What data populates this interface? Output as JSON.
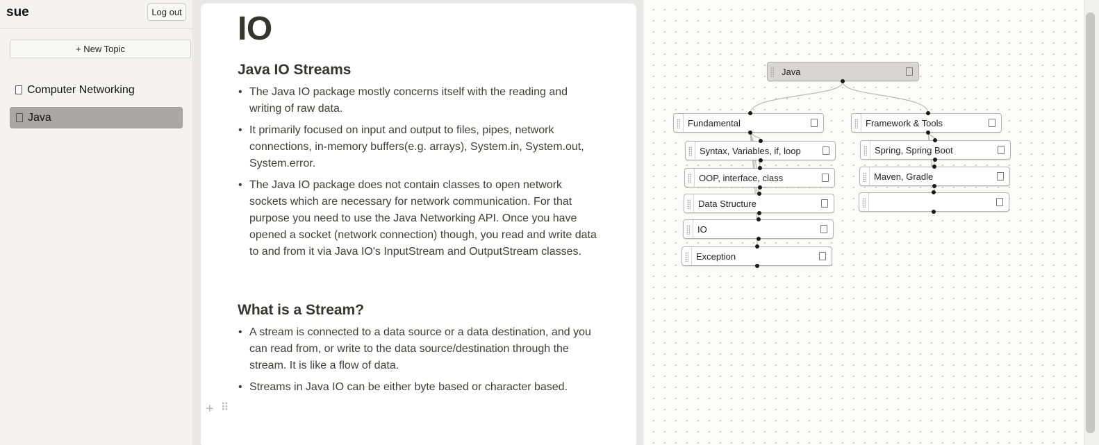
{
  "sidebar": {
    "username": "sue",
    "logout_label": "Log out",
    "new_topic_label": "+ New Topic",
    "topics": [
      {
        "label": "Computer Networking",
        "selected": false
      },
      {
        "label": "Java",
        "selected": true
      }
    ]
  },
  "editor": {
    "title": "IO",
    "sections": [
      {
        "heading": "Java IO Streams",
        "bullets": [
          "The Java IO package mostly concerns itself with the reading and writing of raw data.",
          "It primarily focused on input and output to files, pipes, network connections, in-memory buffers(e.g. arrays), System.in, System.out, System.error.",
          "The Java IO package does not contain classes to open network sockets which are necessary for network communication. For that purpose you need to use the Java Networking API. Once you have opened a socket (network connection) though, you read and write data to and from it via Java IO's InputStream and OutputStream classes."
        ]
      },
      {
        "heading": "What is a Stream?",
        "bullets": [
          "A stream is connected to a data source or a data destination, and you can read from, or write to the data source/destination through the stream. It is like a flow of data.",
          "Streams in Java IO can be either byte based or character based."
        ]
      }
    ],
    "add_block_icon": "plus-icon",
    "drag_handle_icon": "drag-handle-icon"
  },
  "mindmap": {
    "root": "Java",
    "left_branch": {
      "label": "Fundamental",
      "children": [
        "Syntax, Variables, if, loop",
        "OOP, interface, class",
        "Data Structure",
        "IO",
        "Exception"
      ]
    },
    "right_branch": {
      "label": "Framework & Tools",
      "children": [
        "Spring, Spring Boot",
        "Maven, Gradle",
        ""
      ]
    }
  }
}
